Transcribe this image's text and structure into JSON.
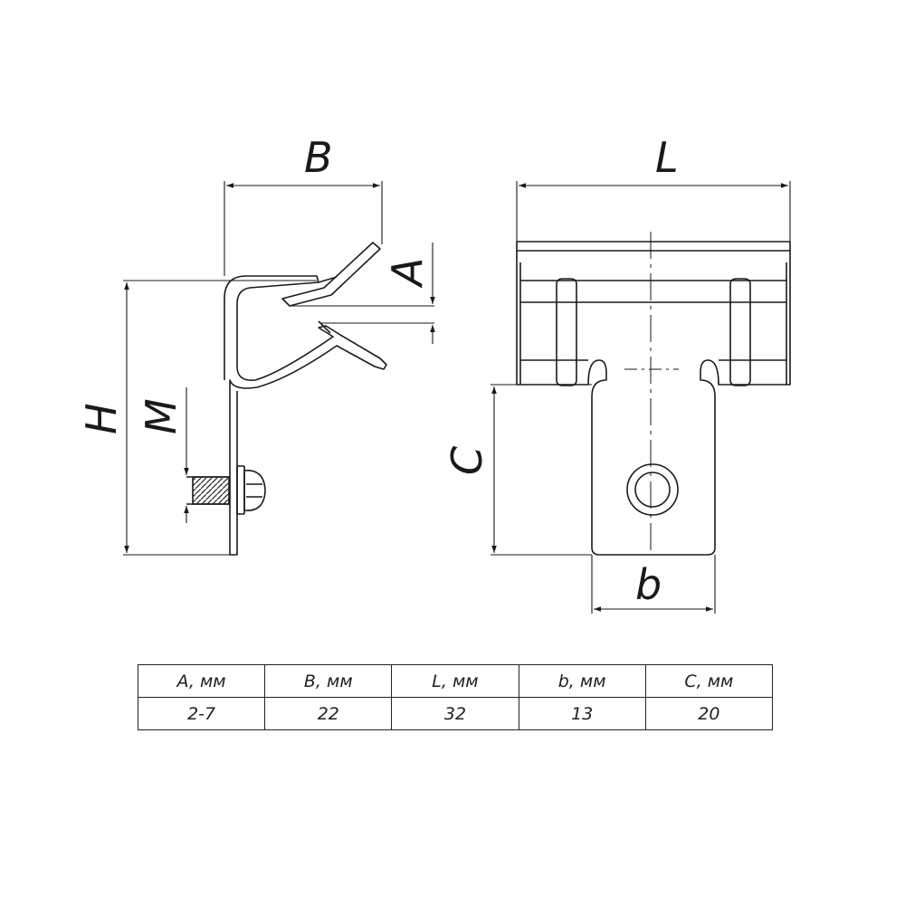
{
  "dimension_labels": {
    "B": "B",
    "L": "L",
    "A": "A",
    "H": "H",
    "M": "M",
    "C": "C",
    "b": "b"
  },
  "table": {
    "headers": [
      "A, мм",
      "B, мм",
      "L, мм",
      "b, мм",
      "C, мм"
    ],
    "values": [
      "2-7",
      "22",
      "32",
      "13",
      "20"
    ]
  }
}
